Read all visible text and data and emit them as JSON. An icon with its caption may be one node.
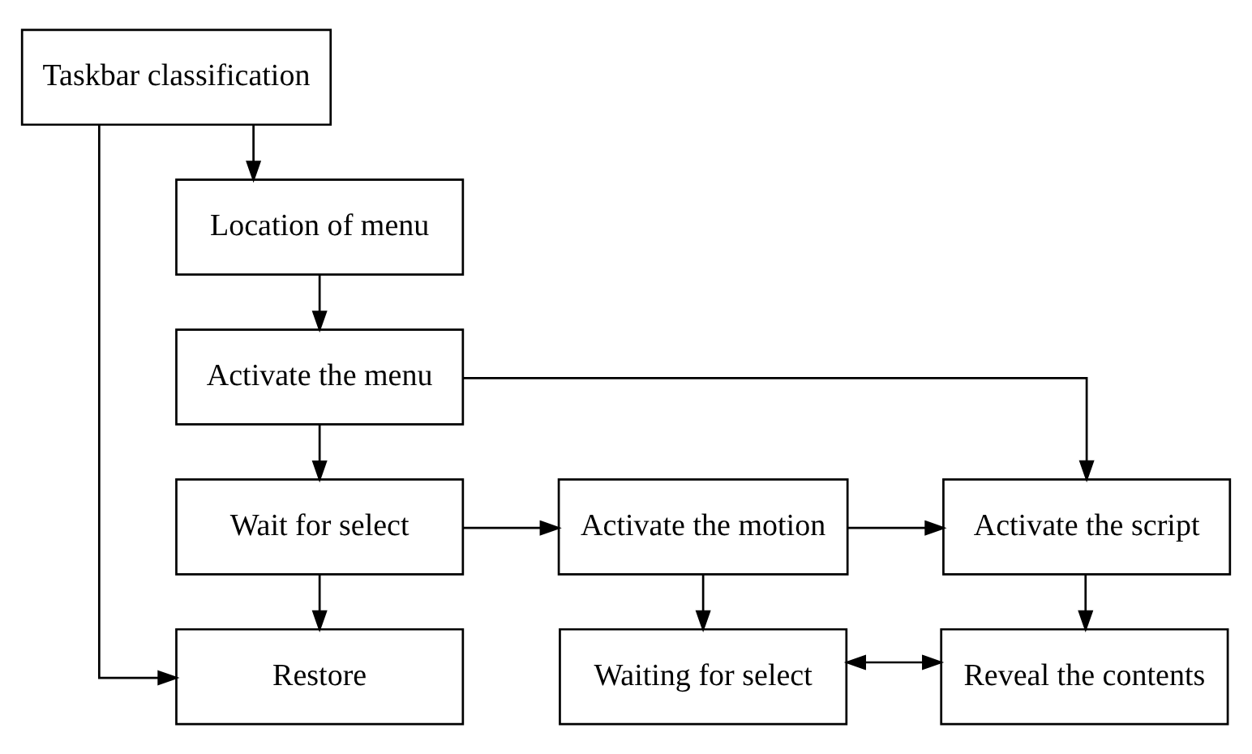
{
  "diagram": {
    "nodes": [
      {
        "text": [
          "Taskbar classification"
        ]
      },
      {
        "text": [
          "Location of menu"
        ]
      },
      {
        "text": [
          "Activate the menu"
        ]
      },
      {
        "text": [
          "Wait for select"
        ]
      },
      {
        "text": [
          "Activate the motion"
        ]
      },
      {
        "text": [
          "Activate the script"
        ]
      },
      {
        "text": [
          "Restore"
        ]
      },
      {
        "text": [
          "Waiting for select"
        ]
      },
      {
        "text": [
          "Reveal the contents"
        ]
      }
    ],
    "edges": [
      {
        "from": 0,
        "to": 1,
        "arrow": "to"
      },
      {
        "from": 0,
        "to": 6,
        "arrow": "to"
      },
      {
        "from": 1,
        "to": 2,
        "arrow": "to"
      },
      {
        "from": 2,
        "to": 3,
        "arrow": "to"
      },
      {
        "from": 2,
        "to": 5,
        "arrow": "to"
      },
      {
        "from": 3,
        "to": 4,
        "arrow": "to"
      },
      {
        "from": 4,
        "to": 5,
        "arrow": "to"
      },
      {
        "from": 3,
        "to": 6,
        "arrow": "to"
      },
      {
        "from": 4,
        "to": 7,
        "arrow": "to"
      },
      {
        "from": 5,
        "to": 8,
        "arrow": "to"
      },
      {
        "from": 7,
        "to": 8,
        "arrow": "both"
      }
    ]
  }
}
